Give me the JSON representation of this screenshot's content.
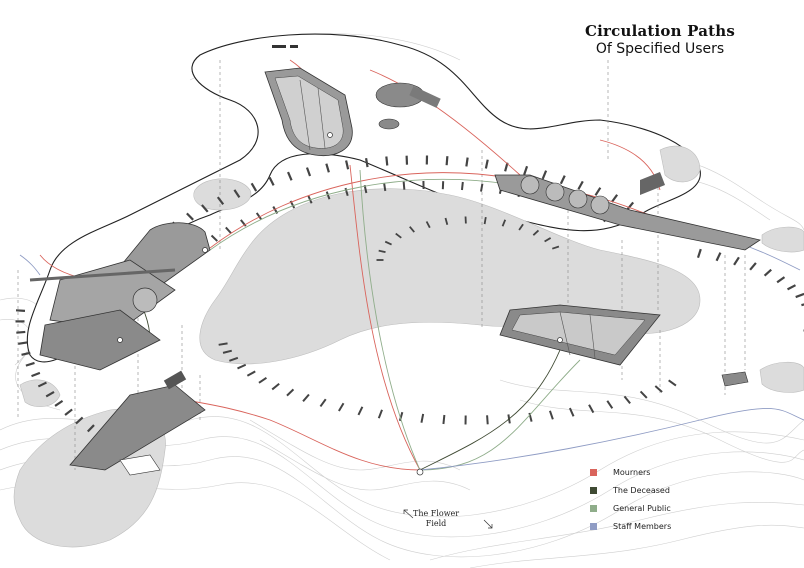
{
  "title": {
    "main": "Circulation Paths",
    "sub": "Of Specified Users"
  },
  "legend": [
    {
      "label": "Mourners",
      "color": "#d9645c"
    },
    {
      "label": "The Deceased",
      "color": "#3f4a33"
    },
    {
      "label": "General Public",
      "color": "#8fad8a"
    },
    {
      "label": "Staff Members",
      "color": "#8f9cc4"
    }
  ],
  "place_label": {
    "line1": "The Flower",
    "line2": "Field"
  },
  "colors": {
    "land": "#ffffff",
    "water": "#dcdcdc",
    "building": "#7a7a7a",
    "contour": "#c8c8c8"
  }
}
